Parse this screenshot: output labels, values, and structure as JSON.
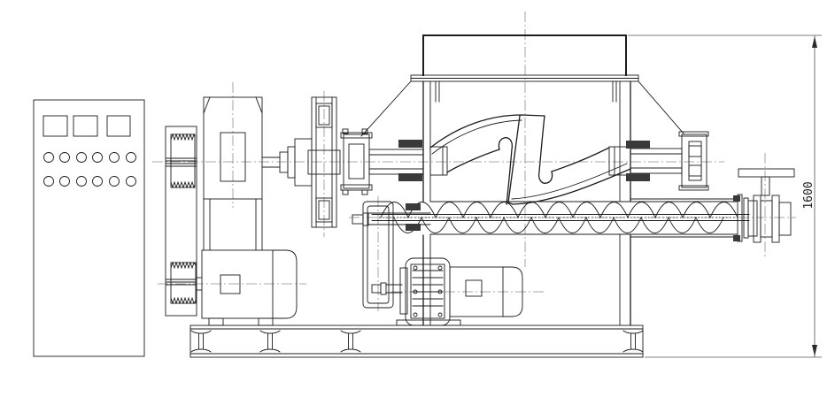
{
  "drawing": {
    "type": "engineering-assembly-side-view",
    "background": "#ffffff",
    "line_color": "#1c1c1c",
    "centerline_color": "#8f8f8f",
    "dimension_color": "#555555",
    "dimension": {
      "label": "1600"
    },
    "control_panel": {
      "square_buttons": 3,
      "indicator_rows": 2,
      "indicators_per_row": 6
    }
  },
  "components": [
    "control-cabinet",
    "belt-guard",
    "upper-pulley",
    "lower-pulley",
    "main-motor",
    "gear-reducer",
    "flanged-gear-wheel",
    "main-shaft",
    "bearing-housing",
    "feed-hopper",
    "mixing-chamber",
    "sigma-blade",
    "discharge-screw",
    "screw-barrel",
    "chain-drive-case",
    "screw-gear-motor",
    "screw-drive-motor",
    "gate-valve",
    "valve-handwheel",
    "base-frame",
    "dimension-1600"
  ]
}
